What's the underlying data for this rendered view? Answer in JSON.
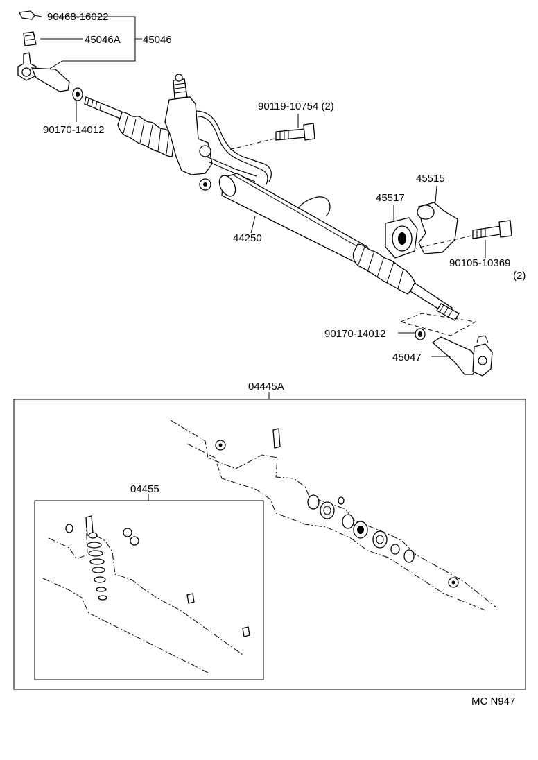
{
  "parts": {
    "p90468": "90468-16022",
    "p45046a": "45046A",
    "p45046": "45046",
    "p90170_top": "90170-14012",
    "p90119": "90119-10754 (2)",
    "p45515": "45515",
    "p45517": "45517",
    "p44250": "44250",
    "p90105": "90105-10369",
    "p90105_qty": "(2)",
    "p90170_bottom": "90170-14012",
    "p45047": "45047",
    "p04445a": "04445A",
    "p04455": "04455"
  },
  "footer": {
    "code": "MC N947"
  }
}
